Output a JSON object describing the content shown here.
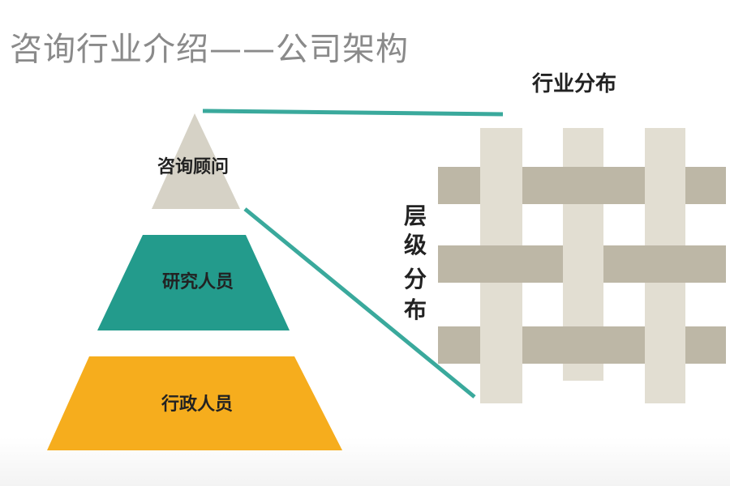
{
  "title": "咨询行业介绍——公司架构",
  "pyramid": {
    "levels": [
      {
        "label": "咨询顾问",
        "color": "#d6d2c6"
      },
      {
        "label": "研究人员",
        "color": "#239b8c"
      },
      {
        "label": "行政人员",
        "color": "#f6ad1d"
      }
    ]
  },
  "industry_label": "行业分布",
  "level_label": [
    "层",
    "级",
    "分",
    "布"
  ],
  "colors": {
    "connector": "#3aa99c",
    "weave_vertical": "#e2ded2",
    "weave_horizontal": "#bdb7a6",
    "title": "#8a8a8a"
  }
}
